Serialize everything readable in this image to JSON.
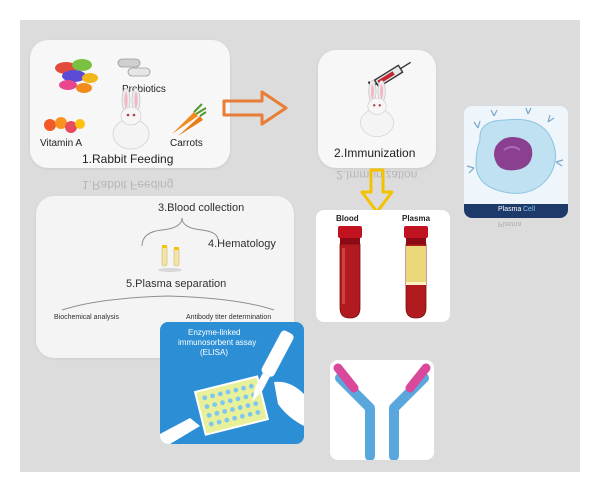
{
  "feeding": {
    "probiotics": "Probiotics",
    "vitamin_a": "Vitamin A",
    "carrots": "Carrots",
    "title": "1.Rabbit Feeding"
  },
  "immunization": {
    "title": "2.Immunization"
  },
  "collection": {
    "blood_collection": "3.Blood collection",
    "hematology": "4.Hematology",
    "plasma_separation": "5.Plasma separation",
    "biochemical": "Biochemical analysis",
    "antibody": "Antibody titer determination"
  },
  "tubes": {
    "blood": "Blood",
    "plasma": "Plasma"
  },
  "elisa": {
    "line1": "Enzyme-linked",
    "line2": "immunosorbent assay",
    "line3": "(ELISA)"
  },
  "cell": {
    "label_a": "Plasma",
    "label_b": "Cell"
  },
  "colors": {
    "arrow": "#e87d35",
    "arrow_down": "#f4c200",
    "blood": "#b11a1f",
    "plasma": "#e9d77a",
    "elisa_bg": "#2c8fd6",
    "antibody_blue": "#5aa7dd",
    "antibody_pink": "#d9489b"
  }
}
